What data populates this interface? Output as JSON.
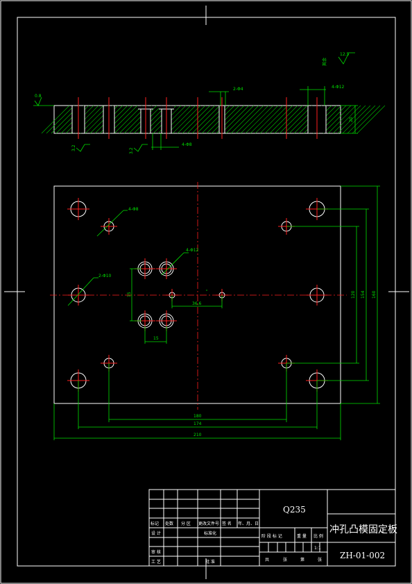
{
  "title_block": {
    "material": "Q235",
    "part_name": "冲孔凸模固定板",
    "drawing_number": "ZH-01-002",
    "scale": "1:1",
    "header_labels": [
      "标记",
      "处数",
      "分 区",
      "更改文件号",
      "签 名",
      "年、月、日"
    ],
    "design_label": "设 计",
    "standardization_label": "标准化",
    "stage_labels": [
      "阶 段 标 记",
      "重 量",
      "比 例"
    ],
    "review_label": "审 核",
    "process_label": "工 艺",
    "approve_label": "批 准",
    "sheet_labels": [
      "共",
      "张",
      "第",
      "张"
    ]
  },
  "annotations": {
    "roughness_top": "0.8",
    "roughness_other": "其余",
    "roughness_other_value": "12.5",
    "roughness_left": "3.2",
    "roughness_mid": "3.2",
    "holes_2_phi4": "2-Φ4",
    "holes_4_phi12_top": "4-Φ12",
    "holes_4_phi8_section": "4-Φ8",
    "section_thickness": "20",
    "holes_4_phi8": "4-Φ8",
    "holes_4_phi12": "4-Φ12",
    "holes_2_phi10": "2-Φ10",
    "dim_center": "36.6",
    "dim_15": "15",
    "dim_v_small": "15",
    "dim_180": "180",
    "dim_174": "174",
    "dim_210": "210",
    "dim_120": "120",
    "dim_154": "154",
    "dim_160": "160"
  }
}
